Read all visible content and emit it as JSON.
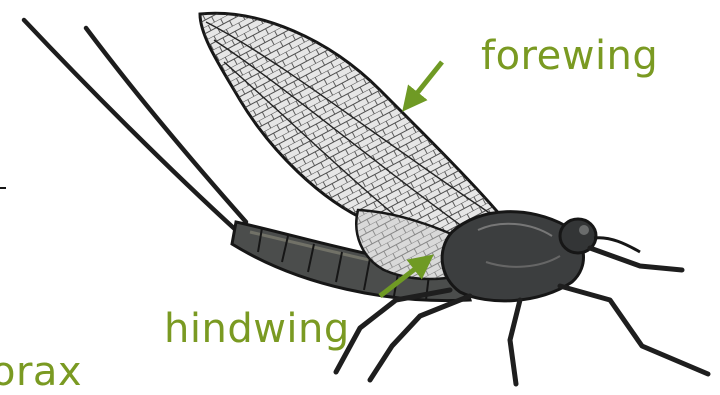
{
  "labels": {
    "forewing": "forewing",
    "hindwing": "hindwing",
    "thorax_partial": "orax"
  },
  "colors": {
    "label": "#7a9a22",
    "arrow": "#6f9a24",
    "body": "#3b3d3f",
    "body_light": "#6a6c6c",
    "wing_fill": "#e9e9e9",
    "wing_vein": "#2a2a2a",
    "outline": "#161616"
  }
}
